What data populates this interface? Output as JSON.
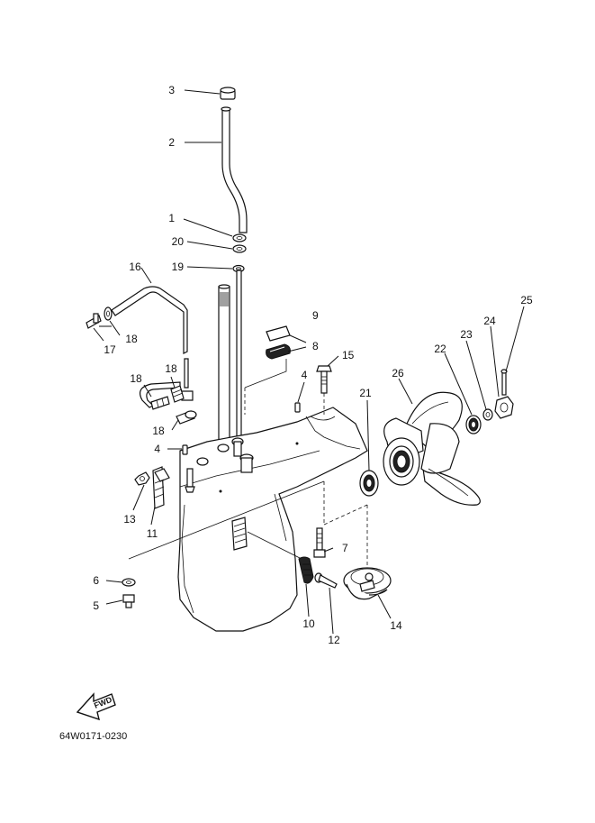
{
  "callouts": [
    {
      "id": "c1",
      "text": "1"
    },
    {
      "id": "c2",
      "text": "2"
    },
    {
      "id": "c3",
      "text": "3"
    },
    {
      "id": "c4a",
      "text": "4"
    },
    {
      "id": "c4b",
      "text": "4"
    },
    {
      "id": "c5",
      "text": "5"
    },
    {
      "id": "c6",
      "text": "6"
    },
    {
      "id": "c7",
      "text": "7"
    },
    {
      "id": "c8",
      "text": "8"
    },
    {
      "id": "c9",
      "text": "9"
    },
    {
      "id": "c10",
      "text": "10"
    },
    {
      "id": "c11",
      "text": "11"
    },
    {
      "id": "c12",
      "text": "12"
    },
    {
      "id": "c13",
      "text": "13"
    },
    {
      "id": "c14",
      "text": "14"
    },
    {
      "id": "c15",
      "text": "15"
    },
    {
      "id": "c16",
      "text": "16"
    },
    {
      "id": "c17",
      "text": "17"
    },
    {
      "id": "c18a",
      "text": "18"
    },
    {
      "id": "c18b",
      "text": "18"
    },
    {
      "id": "c18c",
      "text": "18"
    },
    {
      "id": "c18d",
      "text": "18"
    },
    {
      "id": "c19",
      "text": "19"
    },
    {
      "id": "c20",
      "text": "20"
    },
    {
      "id": "c21",
      "text": "21"
    },
    {
      "id": "c22",
      "text": "22"
    },
    {
      "id": "c23",
      "text": "23"
    },
    {
      "id": "c24",
      "text": "24"
    },
    {
      "id": "c25",
      "text": "25"
    },
    {
      "id": "c26",
      "text": "26"
    }
  ],
  "fwd_label": "FWD",
  "drawing_code": "64W0171-0230",
  "icons": {
    "fwd": "forward-arrow-icon"
  }
}
